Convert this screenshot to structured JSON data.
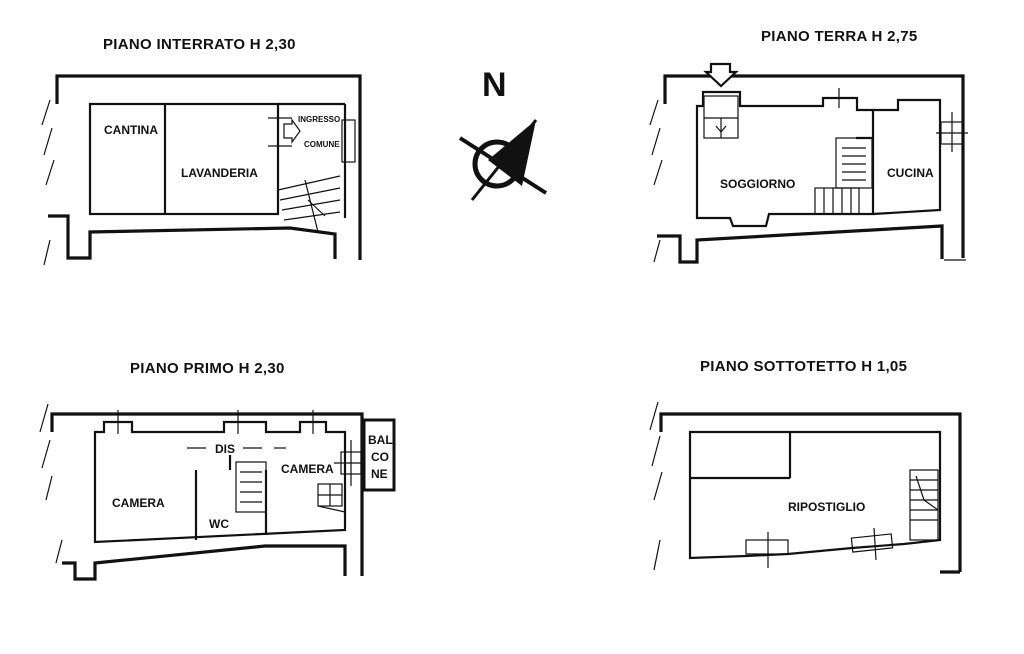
{
  "compass": {
    "label": "N",
    "icon": "north-compass-icon"
  },
  "floors": {
    "basement": {
      "title": "PIANO  INTERRATO H  2,30",
      "rooms": {
        "cantina": "CANTINA",
        "lavanderia": "LAVANDERIA",
        "ingresso": "INGRESSO",
        "comune": "COMUNE"
      }
    },
    "ground": {
      "title": "PIANO TERRA  H 2,75",
      "rooms": {
        "soggiorno": "SOGGIORNO",
        "cucina": "CUCINA"
      }
    },
    "first": {
      "title": "PIANO PRIMO H 2,30",
      "rooms": {
        "dis": "DIS",
        "camera_left": "CAMERA",
        "camera_right": "CAMERA",
        "wc": "WC",
        "balcone_1": "BAL",
        "balcone_2": "CO",
        "balcone_3": "NE"
      }
    },
    "attic": {
      "title": "PIANO SOTTOTETTO  H  1,05",
      "rooms": {
        "ripostiglio": "RIPOSTIGLIO"
      }
    }
  }
}
